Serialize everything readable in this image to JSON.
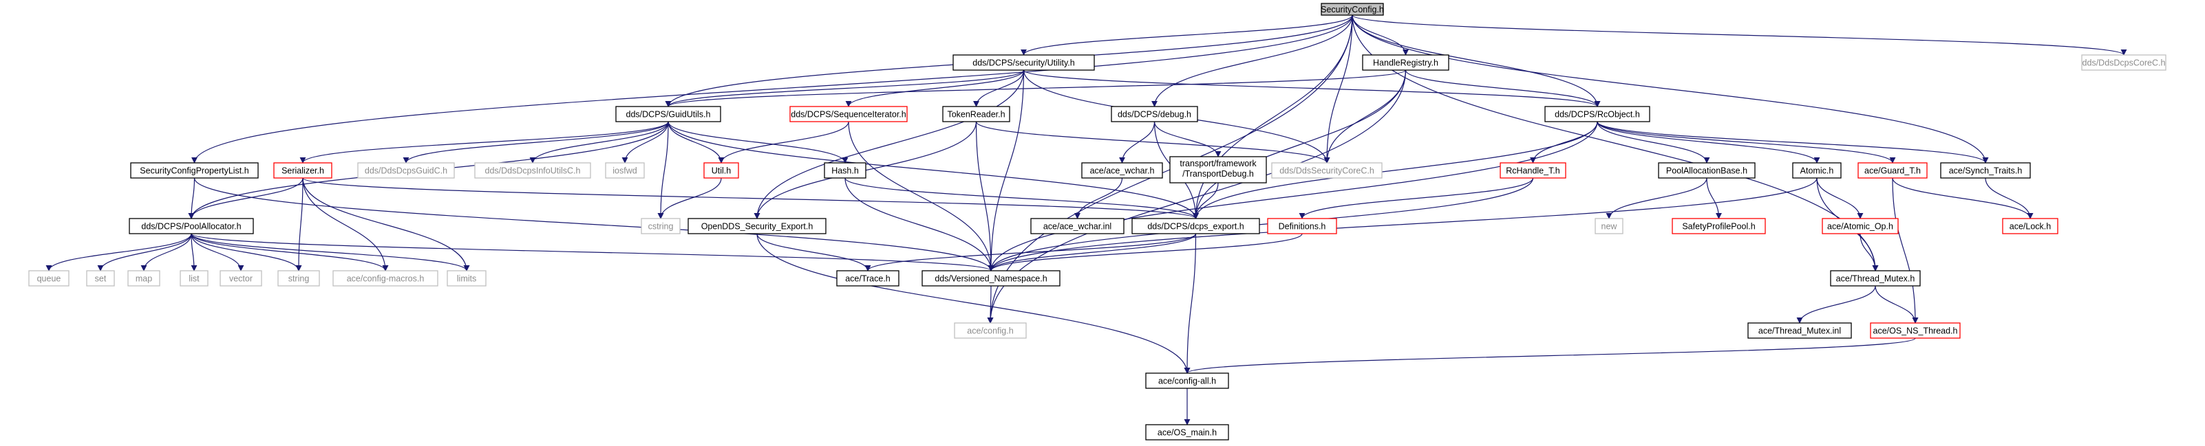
{
  "colors": {
    "root_fill": "#bfbfbf",
    "node_fill": "#ffffff",
    "border_black": "#000000",
    "border_red": "#ff0000",
    "border_gray": "#bfbfbf",
    "edge": "#191970",
    "text_black": "#000000",
    "text_gray": "#8c8c8c"
  },
  "nodes": {
    "n_root": {
      "label": "SecurityConfig.h",
      "kind": "root"
    },
    "n_utility": {
      "label": "dds/DCPS/security/Utility.h",
      "kind": "black"
    },
    "n_handlereg": {
      "label": "HandleRegistry.h",
      "kind": "black"
    },
    "n_corec_top": {
      "label": "dds/DdsDcpsCoreC.h",
      "kind": "gray"
    },
    "n_guidutils": {
      "label": "dds/DCPS/GuidUtils.h",
      "kind": "black"
    },
    "n_seqiter": {
      "label": "dds/DCPS/SequenceIterator.h",
      "kind": "red"
    },
    "n_tokenreader": {
      "label": "TokenReader.h",
      "kind": "black"
    },
    "n_debug": {
      "label": "dds/DCPS/debug.h",
      "kind": "black"
    },
    "n_rcobject": {
      "label": "dds/DCPS/RcObject.h",
      "kind": "black"
    },
    "n_scplist": {
      "label": "SecurityConfigPropertyList.h",
      "kind": "black"
    },
    "n_serializer": {
      "label": "Serializer.h",
      "kind": "red"
    },
    "n_guidc": {
      "label": "dds/DdsDcpsGuidC.h",
      "kind": "gray"
    },
    "n_infoutilsc": {
      "label": "dds/DdsDcpsInfoUtilsC.h",
      "kind": "gray"
    },
    "n_iosfwd": {
      "label": "iosfwd",
      "kind": "gray"
    },
    "n_util": {
      "label": "Util.h",
      "kind": "red"
    },
    "n_hash": {
      "label": "Hash.h",
      "kind": "black"
    },
    "n_acewchar": {
      "label": "ace/ace_wchar.h",
      "kind": "black"
    },
    "n_transportdebug": {
      "label": "transport/framework\n/TransportDebug.h",
      "kind": "black"
    },
    "n_securitycorec": {
      "label": "dds/DdsSecurityCoreC.h",
      "kind": "gray"
    },
    "n_rchandle": {
      "label": "RcHandle_T.h",
      "kind": "red"
    },
    "n_poolallocbase": {
      "label": "PoolAllocationBase.h",
      "kind": "black"
    },
    "n_atomic": {
      "label": "Atomic.h",
      "kind": "black"
    },
    "n_guard": {
      "label": "ace/Guard_T.h",
      "kind": "red"
    },
    "n_synchtraits": {
      "label": "ace/Synch_Traits.h",
      "kind": "black"
    },
    "n_poolallocator": {
      "label": "dds/DCPS/PoolAllocator.h",
      "kind": "black"
    },
    "n_cstring": {
      "label": "cstring",
      "kind": "gray"
    },
    "n_ddsexport": {
      "label": "OpenDDS_Security_Export.h",
      "kind": "black"
    },
    "n_acewcharinl": {
      "label": "ace/ace_wchar.inl",
      "kind": "black"
    },
    "n_dcpsexport": {
      "label": "dds/DCPS/dcps_export.h",
      "kind": "black"
    },
    "n_definitions": {
      "label": "Definitions.h",
      "kind": "red"
    },
    "n_new": {
      "label": "new",
      "kind": "gray"
    },
    "n_safetypool": {
      "label": "SafetyProfilePool.h",
      "kind": "red"
    },
    "n_lock": {
      "label": "ace/Lock.h",
      "kind": "red"
    },
    "n_atomicop": {
      "label": "ace/Atomic_Op.h",
      "kind": "red"
    },
    "n_queue": {
      "label": "queue",
      "kind": "gray"
    },
    "n_set": {
      "label": "set",
      "kind": "gray"
    },
    "n_map": {
      "label": "map",
      "kind": "gray"
    },
    "n_list": {
      "label": "list",
      "kind": "gray"
    },
    "n_vector": {
      "label": "vector",
      "kind": "gray"
    },
    "n_string": {
      "label": "string",
      "kind": "gray"
    },
    "n_configmacros": {
      "label": "ace/config-macros.h",
      "kind": "gray"
    },
    "n_limits": {
      "label": "limits",
      "kind": "gray"
    },
    "n_acetrace": {
      "label": "ace/Trace.h",
      "kind": "black"
    },
    "n_versioned": {
      "label": "dds/Versioned_Namespace.h",
      "kind": "black"
    },
    "n_threadmutex": {
      "label": "ace/Thread_Mutex.h",
      "kind": "black"
    },
    "n_aceconfig": {
      "label": "ace/config.h",
      "kind": "gray"
    },
    "n_threadmutexinl": {
      "label": "ace/Thread_Mutex.inl",
      "kind": "black"
    },
    "n_osnsthread": {
      "label": "ace/OS_NS_Thread.h",
      "kind": "red"
    },
    "n_configall": {
      "label": "ace/config-all.h",
      "kind": "black"
    },
    "n_osmain": {
      "label": "ace/OS_main.h",
      "kind": "black"
    }
  }
}
